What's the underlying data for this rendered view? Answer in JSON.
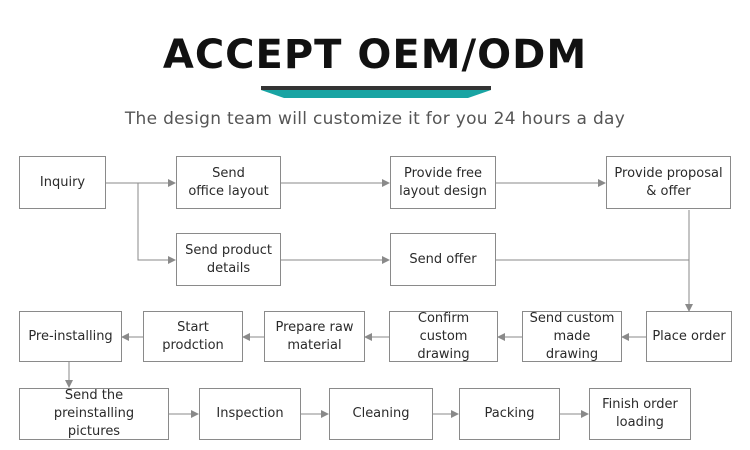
{
  "header": {
    "title": "ACCEPT OEM/ODM",
    "subtitle": "The design team will customize it for you 24 hours a day"
  },
  "colors": {
    "accent": "#19a4a3",
    "line": "#8a8a8a"
  },
  "steps": {
    "inquiry": "Inquiry",
    "send_office_layout": "Send\noffice layout",
    "provide_free_layout": "Provide free\nlayout design",
    "provide_proposal": "Provide proposal\n& offer",
    "send_product_details": "Send product\ndetails",
    "send_offer": "Send offer",
    "place_order": "Place order",
    "send_custom_drawing": "Send custom\nmade drawing",
    "confirm_custom_drawing": "Confirm custom\ndrawing",
    "prepare_raw_material": "Prepare raw\nmaterial",
    "start_production": "Start prodction",
    "pre_installing": "Pre-installing",
    "send_preinstalling_pictures": "Send the preinstalling\npictures",
    "inspection": "Inspection",
    "cleaning": "Cleaning",
    "packing": "Packing",
    "finish_order_loading": "Finish order\nloading"
  }
}
